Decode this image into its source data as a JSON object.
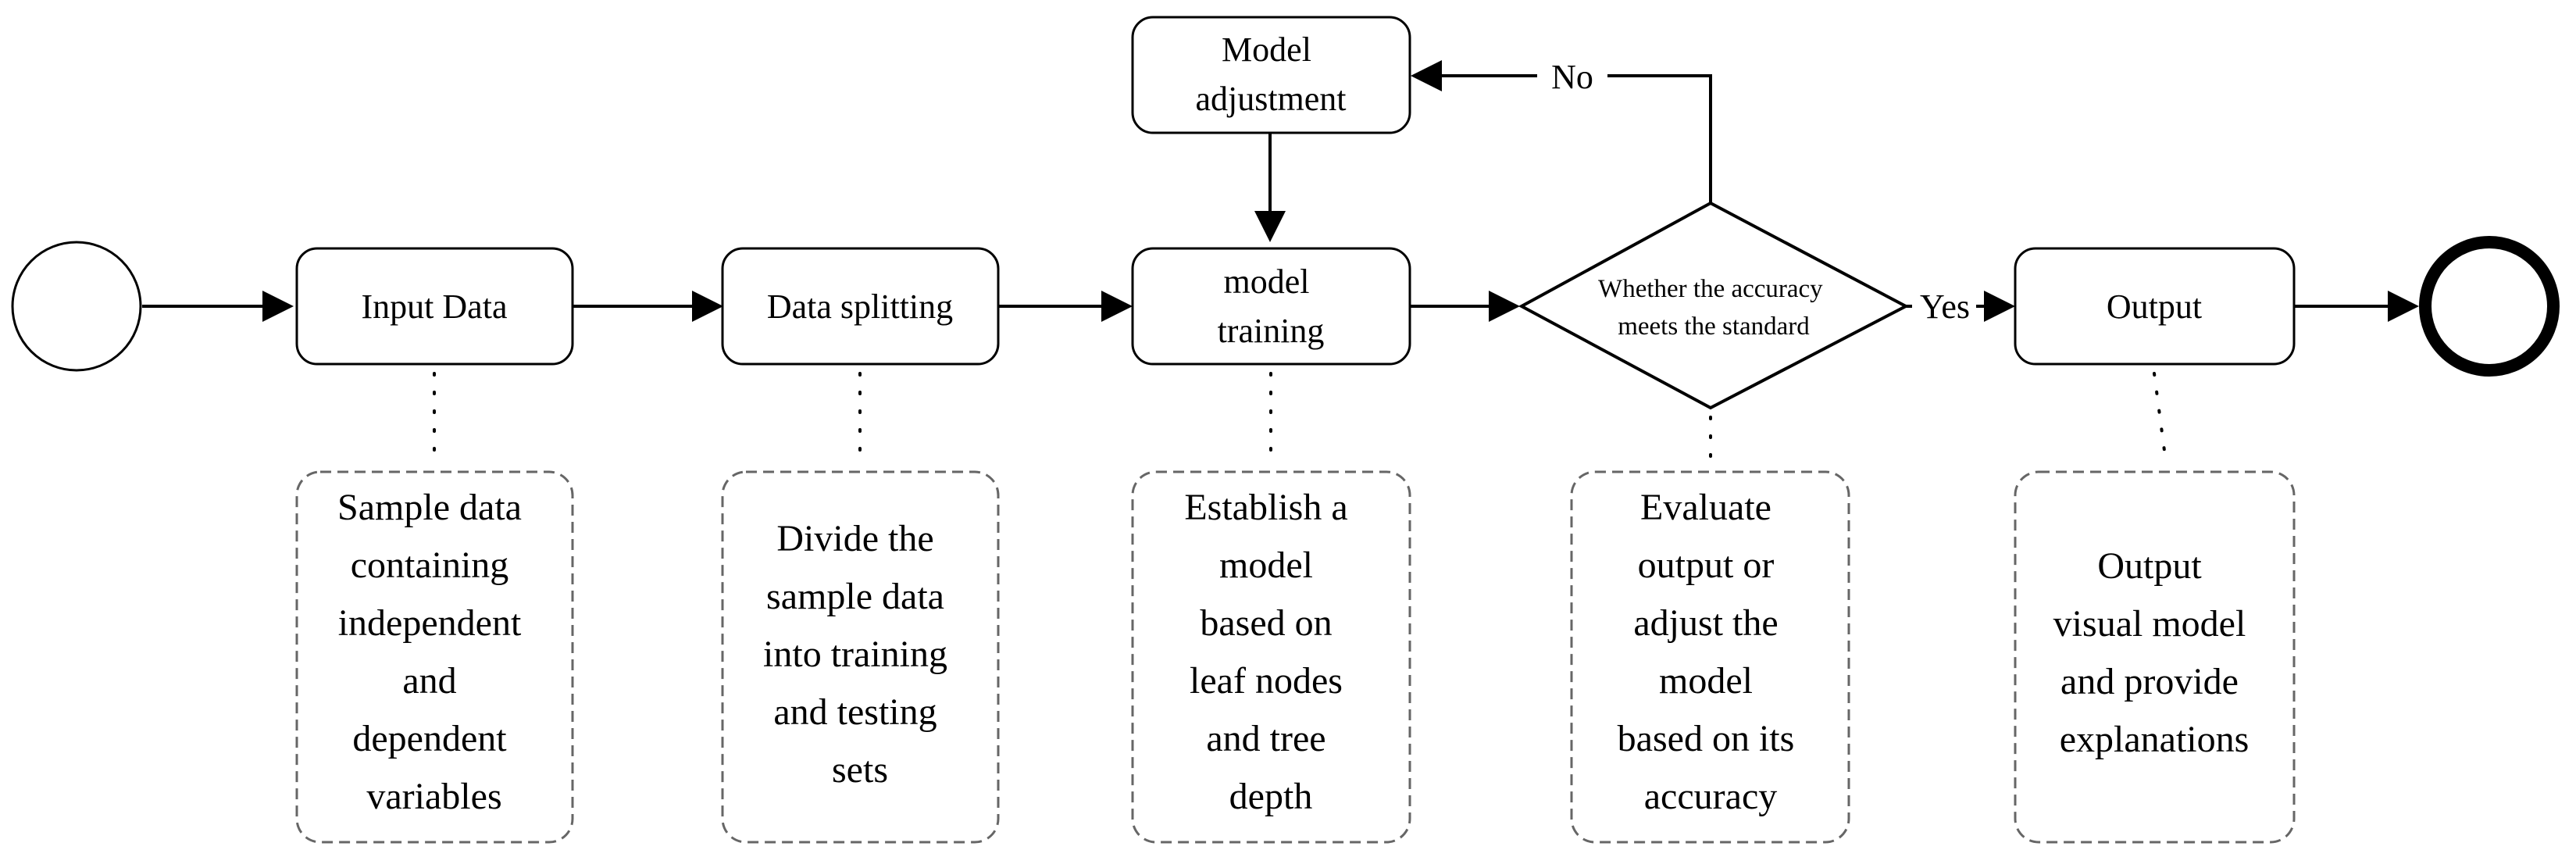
{
  "nodes": {
    "input_data": "Input Data",
    "data_splitting": "Data splitting",
    "model_training": [
      "model",
      "training"
    ],
    "model_adjustment": [
      "Model",
      "adjustment"
    ],
    "decision": [
      "Whether the accuracy",
      "meets the standard"
    ],
    "output": "Output"
  },
  "edges": {
    "no_label": "No",
    "yes_label": "Yes"
  },
  "notes": {
    "input_data": [
      "Sample data",
      "containing",
      "independent",
      "and",
      "dependent",
      "variables"
    ],
    "data_splitting": [
      "Divide the",
      "sample data",
      "into training",
      "and testing",
      "sets"
    ],
    "model_training": [
      "Establish a",
      "model",
      "based on",
      "leaf nodes",
      "and tree",
      "depth"
    ],
    "decision": [
      "Evaluate",
      "output or",
      "adjust the",
      "model",
      "based on its",
      "accuracy"
    ],
    "output": [
      "Output",
      "visual model",
      "and provide",
      "explanations"
    ]
  }
}
